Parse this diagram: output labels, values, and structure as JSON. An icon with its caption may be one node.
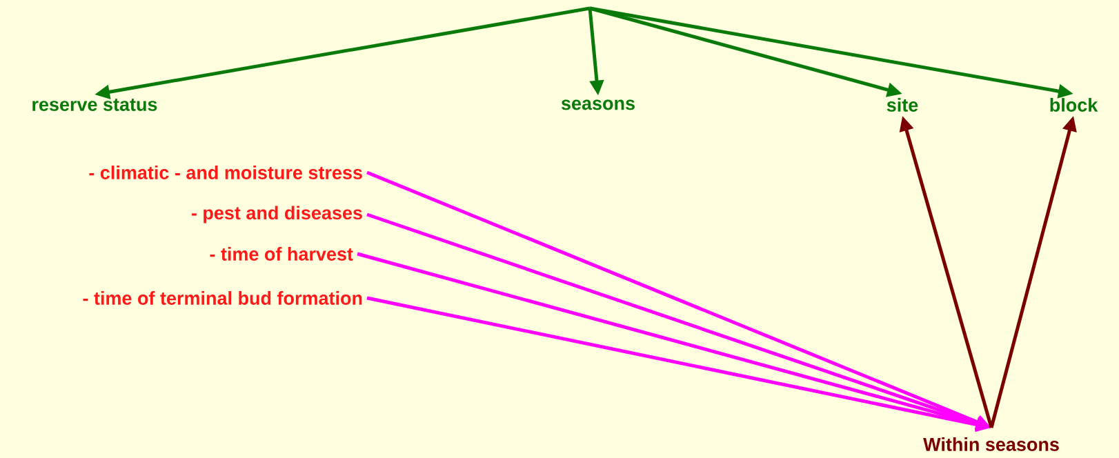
{
  "diagram": {
    "nodes": [
      {
        "text": [
          "reserve status"
        ]
      },
      {
        "text": [
          "seasons"
        ]
      },
      {
        "text": [
          "site"
        ]
      },
      {
        "text": [
          "block"
        ]
      },
      {
        "text": [
          "- climatic - and moisture stress"
        ]
      },
      {
        "text": [
          "- pest and diseases"
        ]
      },
      {
        "text": [
          "- time of harvest"
        ]
      },
      {
        "text": [
          "- time of terminal bud formation"
        ]
      },
      {
        "text": [
          "Within seasons"
        ]
      }
    ],
    "edges": [
      {
        "from": null,
        "to": 0,
        "arrow": "to",
        "color": "#0a7a0a"
      },
      {
        "from": null,
        "to": 1,
        "arrow": "to",
        "color": "#0a7a0a"
      },
      {
        "from": null,
        "to": 2,
        "arrow": "to",
        "color": "#0a7a0a"
      },
      {
        "from": null,
        "to": 3,
        "arrow": "to",
        "color": "#0a7a0a"
      },
      {
        "from": 4,
        "to": 8,
        "arrow": "to",
        "color": "#ff00ff"
      },
      {
        "from": 5,
        "to": 8,
        "arrow": "to",
        "color": "#ff00ff"
      },
      {
        "from": 6,
        "to": 8,
        "arrow": "to",
        "color": "#ff00ff"
      },
      {
        "from": 7,
        "to": 8,
        "arrow": "to",
        "color": "#ff00ff"
      },
      {
        "from": 8,
        "to": 2,
        "arrow": "to",
        "color": "#7a0000"
      },
      {
        "from": 8,
        "to": 3,
        "arrow": "to",
        "color": "#7a0000"
      }
    ]
  }
}
